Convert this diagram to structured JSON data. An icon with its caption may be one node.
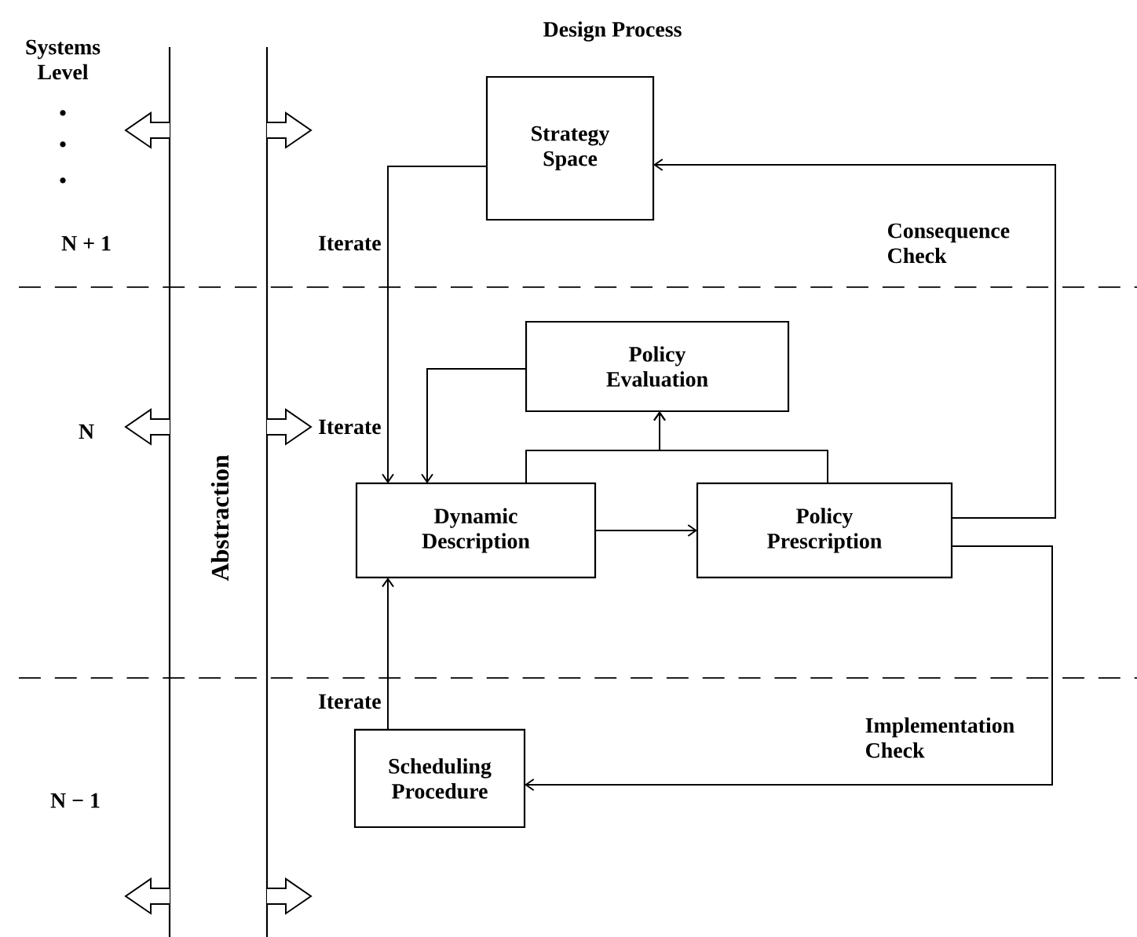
{
  "diagram": {
    "nodes": [
      {
        "text": [
          "Strategy Space"
        ]
      },
      {
        "text": [
          "Policy Evaluation"
        ]
      },
      {
        "text": [
          "Dynamic Description"
        ]
      },
      {
        "text": [
          "Policy Prescription"
        ]
      },
      {
        "text": [
          "Scheduling Procedure"
        ]
      }
    ],
    "edges": [
      {
        "from": 0,
        "to": 2,
        "arrow": "to",
        "label": "Iterate"
      },
      {
        "from": 1,
        "to": 2,
        "arrow": "to"
      },
      {
        "from": 2,
        "to": 3,
        "arrow": "to"
      },
      {
        "from": 2,
        "to": 1,
        "arrow": "to"
      },
      {
        "from": 3,
        "to": 1,
        "arrow": "to"
      },
      {
        "from": 3,
        "to": 0,
        "arrow": "to",
        "label": "Consequence Check"
      },
      {
        "from": 3,
        "to": 4,
        "arrow": "to",
        "label": "Implementation Check"
      },
      {
        "from": 4,
        "to": 2,
        "arrow": "to",
        "label": "Iterate"
      }
    ],
    "labels": [
      "Systems Level",
      "Design Process",
      "N + 1",
      "N",
      "Iterate",
      "Abstraction",
      "N − 1"
    ]
  }
}
